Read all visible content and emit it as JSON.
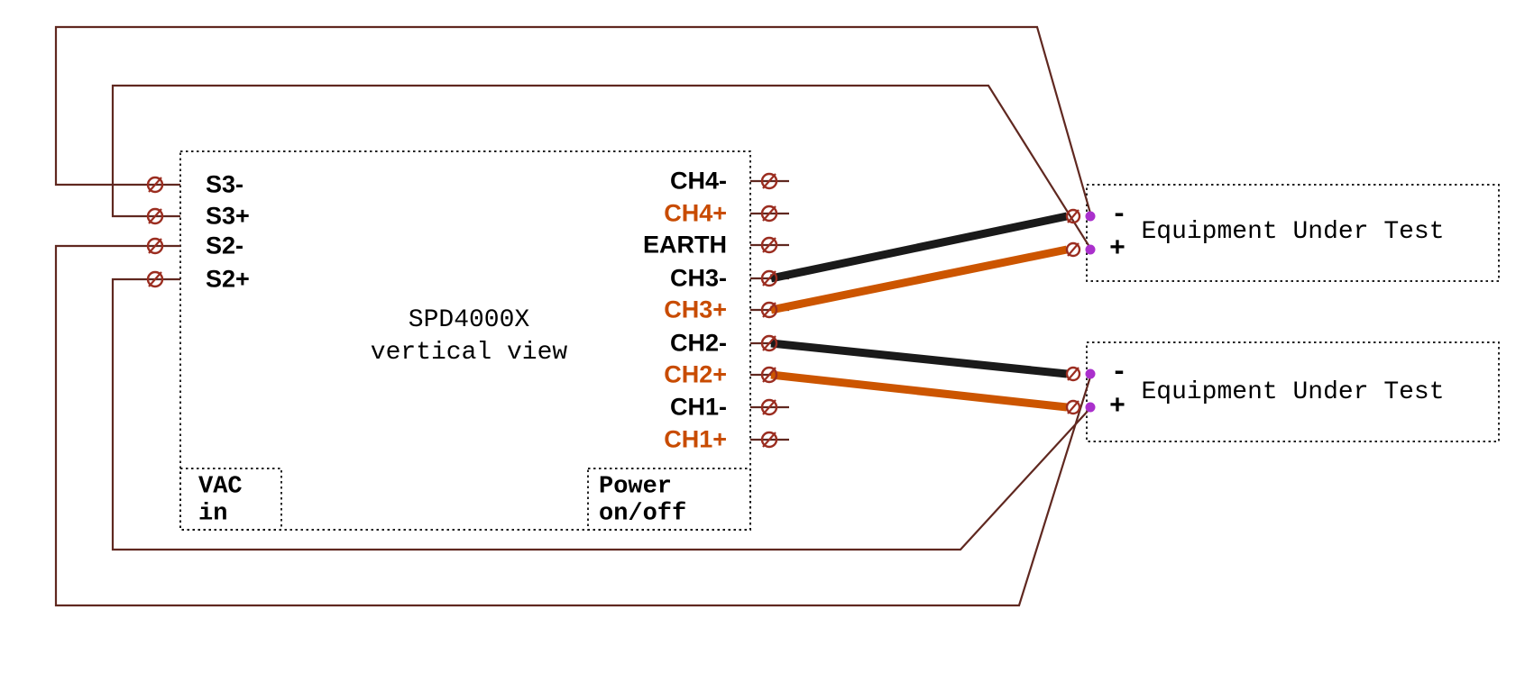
{
  "diagram": {
    "device": {
      "name_line1": "SPD4000X",
      "name_line2": "vertical view",
      "vac_line1": "VAC",
      "vac_line2": "in",
      "power_line1": "Power",
      "power_line2": "on/off"
    },
    "sense_terminals": [
      {
        "label": "S3-"
      },
      {
        "label": "S3+"
      },
      {
        "label": "S2-"
      },
      {
        "label": "S2+"
      }
    ],
    "output_terminals": [
      {
        "label": "CH4-",
        "color": "#000000"
      },
      {
        "label": "CH4+",
        "color": "#c84b00"
      },
      {
        "label": "EARTH",
        "color": "#000000"
      },
      {
        "label": "CH3-",
        "color": "#000000"
      },
      {
        "label": "CH3+",
        "color": "#c84b00"
      },
      {
        "label": "CH2-",
        "color": "#000000"
      },
      {
        "label": "CH2+",
        "color": "#c84b00"
      },
      {
        "label": "CH1-",
        "color": "#000000"
      },
      {
        "label": "CH1+",
        "color": "#c84b00"
      }
    ],
    "eut_boxes": [
      {
        "label": "Equipment Under Test",
        "minus": "-",
        "plus": "+"
      },
      {
        "label": "Equipment Under Test",
        "minus": "-",
        "plus": "+"
      }
    ]
  },
  "colors": {
    "sense-wire": "#602820",
    "terminal": "#9b2d20",
    "negative-wire": "#1a1a1a",
    "positive-wire": "#cc5500",
    "connection-dot": "#aa30cc",
    "channel-positive-label": "#c84b00"
  }
}
